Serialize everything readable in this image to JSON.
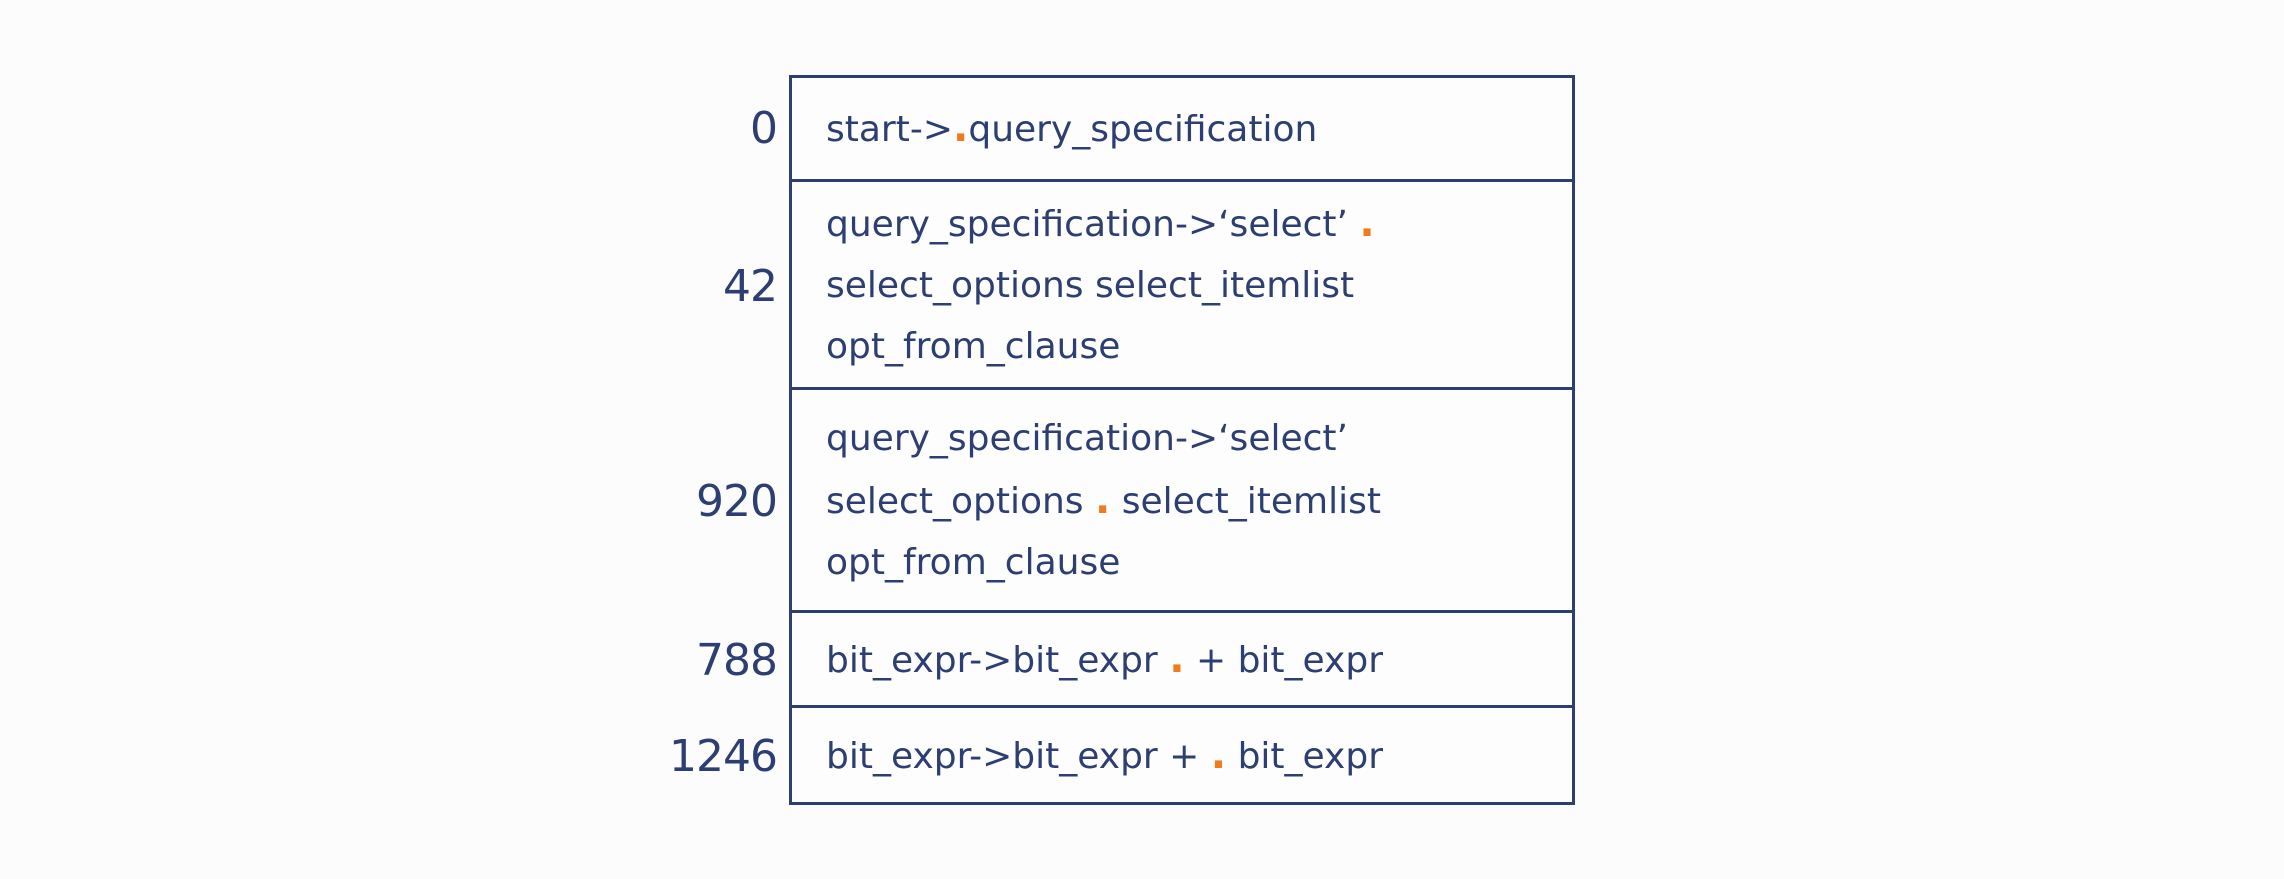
{
  "colors": {
    "navy": "#2d3e72",
    "orange": "#ee7b1e",
    "background": "#fcfcfc"
  },
  "rows": [
    {
      "id": "0",
      "lines": [
        {
          "pre": "start->",
          "dot": ".",
          "post": "query_specification"
        }
      ]
    },
    {
      "id": "42",
      "lines": [
        {
          "pre": "query_specification->‘select’ ",
          "dot": ".",
          "post": ""
        },
        {
          "pre": "select_options select_itemlist"
        },
        {
          "pre": "opt_from_clause"
        }
      ]
    },
    {
      "id": "920",
      "lines": [
        {
          "pre": "query_specification->‘select’"
        },
        {
          "pre": "select_options ",
          "dot": ".",
          "post": " select_itemlist"
        },
        {
          "pre": "opt_from_clause"
        }
      ]
    },
    {
      "id": "788",
      "lines": [
        {
          "pre": "bit_expr->bit_expr ",
          "dot": ".",
          "post": " + bit_expr"
        }
      ]
    },
    {
      "id": "1246",
      "lines": [
        {
          "pre": "bit_expr->bit_expr + ",
          "dot": ".",
          "post": " bit_expr"
        }
      ]
    }
  ]
}
